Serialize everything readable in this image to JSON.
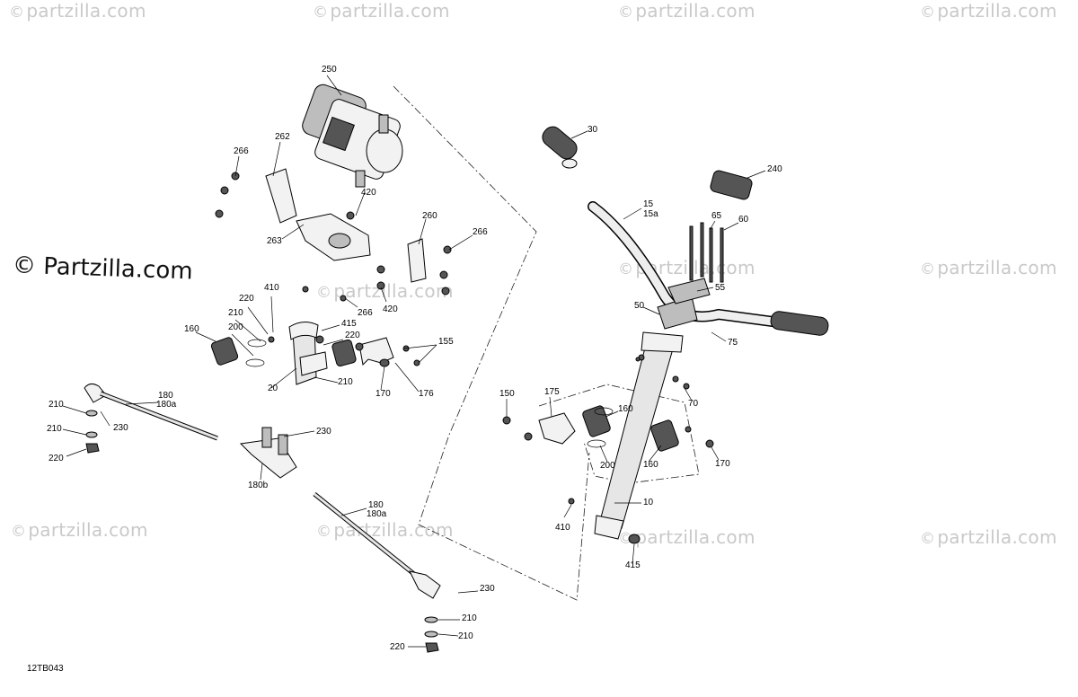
{
  "watermark": {
    "text": "partzilla.com",
    "symbol": "©"
  },
  "brand_watermark": "© Partzilla.com",
  "diagram_code": "12TB043",
  "callouts": {
    "c250": "250",
    "c262": "262",
    "c266a": "266",
    "c420a": "420",
    "c260": "260",
    "c266b": "266",
    "c263": "263",
    "c420b": "420",
    "c266c": "266",
    "c410a": "410",
    "c220a": "220",
    "c210a": "210",
    "c160a": "160",
    "c200a": "200",
    "c415a": "415",
    "c220b": "220",
    "c155": "155",
    "c20": "20",
    "c210b": "210",
    "c170a": "170",
    "c176": "176",
    "c210c": "210",
    "c180a": "180",
    "c180a_sub": "180a",
    "c230a": "230",
    "c210d": "210",
    "c220c": "220",
    "c230b": "230",
    "c180b": "180b",
    "c180c": "180",
    "c180c_sub": "180a",
    "c230c": "230",
    "c210e": "210",
    "c210f": "210",
    "c220d": "220",
    "c30": "30",
    "c240": "240",
    "c15": "15",
    "c15a": "15a",
    "c65": "65",
    "c60": "60",
    "c55": "55",
    "c50": "50",
    "c75": "75",
    "c70": "70",
    "c150": "150",
    "c175": "175",
    "c160b": "160",
    "c200b": "200",
    "c160c": "160",
    "c170b": "170",
    "c10": "10",
    "c410b": "410",
    "c415b": "415"
  }
}
